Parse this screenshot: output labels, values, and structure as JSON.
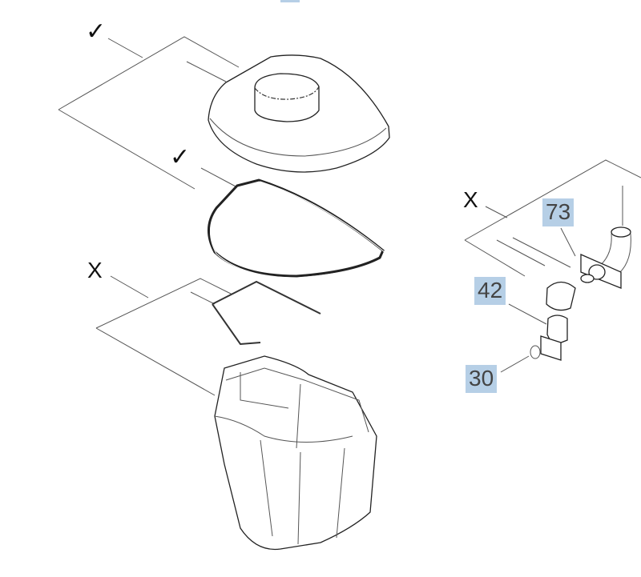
{
  "marks": {
    "cover": "✓",
    "gasket": "✓",
    "frame": "X",
    "pipe_assembly": "X"
  },
  "callouts": [
    {
      "label": "73"
    },
    {
      "label": "42"
    },
    {
      "label": "30"
    }
  ],
  "colors": {
    "callout_bg": "#b6cfe6",
    "line": "#555555"
  }
}
